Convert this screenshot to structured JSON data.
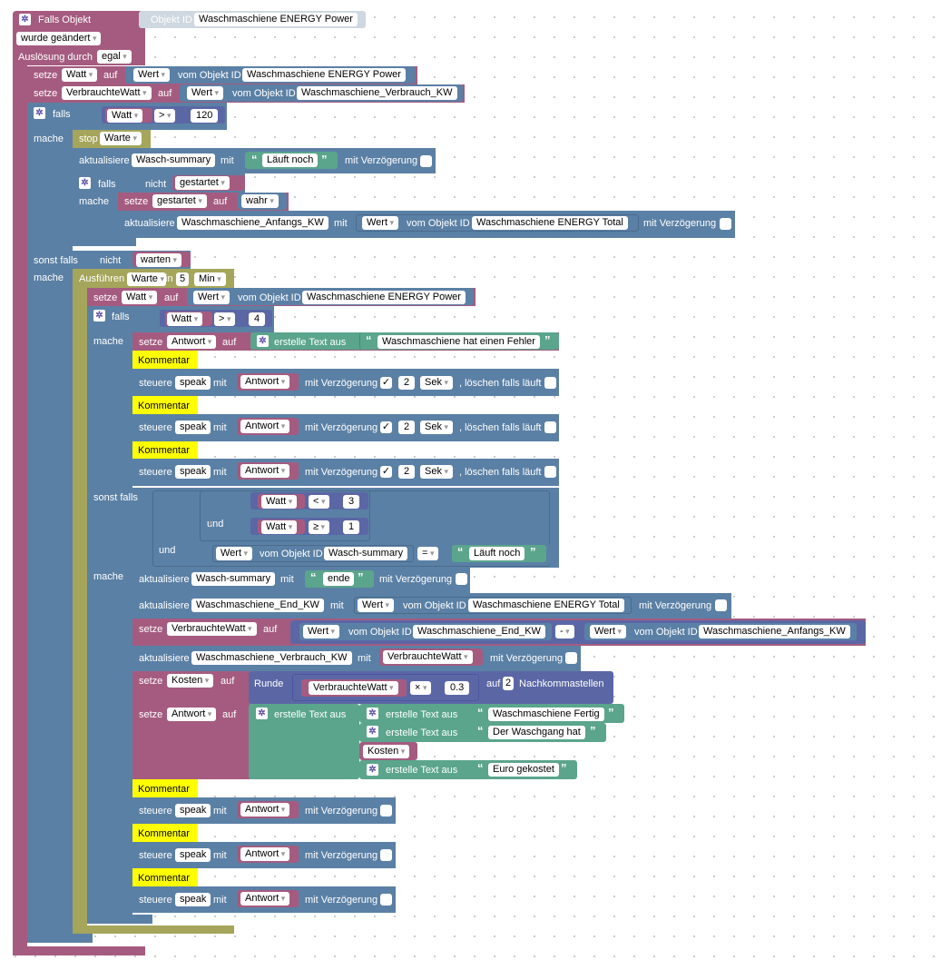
{
  "event": {
    "falls_objekt": "Falls Objekt",
    "objekt_id_label": "Objekt ID",
    "objekt_id_value": "Waschmaschiene ENERGY  Power",
    "wurde_geaendert": "wurde geändert",
    "ausloesung_label": "Auslösung durch",
    "ausloesung_value": "egal"
  },
  "words": {
    "setze": "setze",
    "auf": "auf",
    "mit": "mit",
    "falls": "falls",
    "mache": "mache",
    "sonst_falls": "sonst falls",
    "nicht": "nicht",
    "stop": "stop",
    "aktualisiere": "aktualisiere",
    "mit_verzoegerung": "mit Verzögerung",
    "vom_objekt_id": "vom Objekt ID",
    "wert": "Wert",
    "und": "und",
    "kommentar": "Kommentar",
    "steuere": "steuere",
    "loeschen": ", löschen falls läuft",
    "sek": "Sek",
    "ausfuehren": "Ausführen",
    "in": "in",
    "min": "Min",
    "erstelle_text_aus": "erstelle Text aus",
    "runde": "Runde",
    "auf2": "auf",
    "nachkomma": "Nachkommastellen",
    "check": "✓"
  },
  "vars": {
    "watt": "Watt",
    "verbrauchtewatt": "VerbrauchteWatt",
    "warte": "Warte",
    "gestartet": "gestartet",
    "warten": "warten",
    "antwort": "Antwort",
    "kosten": "Kosten"
  },
  "ops": {
    "gt": ">",
    "lt": "<",
    "ge": "≥",
    "eq": "=",
    "minus": "-",
    "mul": "×"
  },
  "values": {
    "n120": "120",
    "n4": "4",
    "n3": "3",
    "n1": "1",
    "n5": "5",
    "n2": "2",
    "n03": "0.3",
    "wahr": "wahr"
  },
  "states": {
    "power": "Waschmaschiene ENERGY  Power",
    "verbrauch_kw": "Waschmaschiene_Verbrauch_KW",
    "wasch_summary": "Wasch-summary",
    "anfangs_kw": "Waschmaschiene_Anfangs_KW",
    "energy_total": "Waschmaschiene ENERGY  Total",
    "end_kw": "Waschmaschiene_End_KW"
  },
  "strings": {
    "laeuft_noch": "Läuft noch",
    "fehler": "Waschmaschiene hat einen Fehler",
    "ende": "ende",
    "fertig": "Waschmaschiene Fertig",
    "waschgang": "Der Waschgang hat",
    "euro": "Euro gekostet"
  },
  "devices": {
    "speak": "speak"
  },
  "colors": {
    "event": "#a55b80",
    "control": "#5b80a5",
    "variable": "#a55b80",
    "timer": "#a5a55b",
    "text": "#5ba58c",
    "math": "#5b67a5",
    "comment": "#ffff00"
  },
  "icons": {
    "gear": "gear-icon"
  }
}
